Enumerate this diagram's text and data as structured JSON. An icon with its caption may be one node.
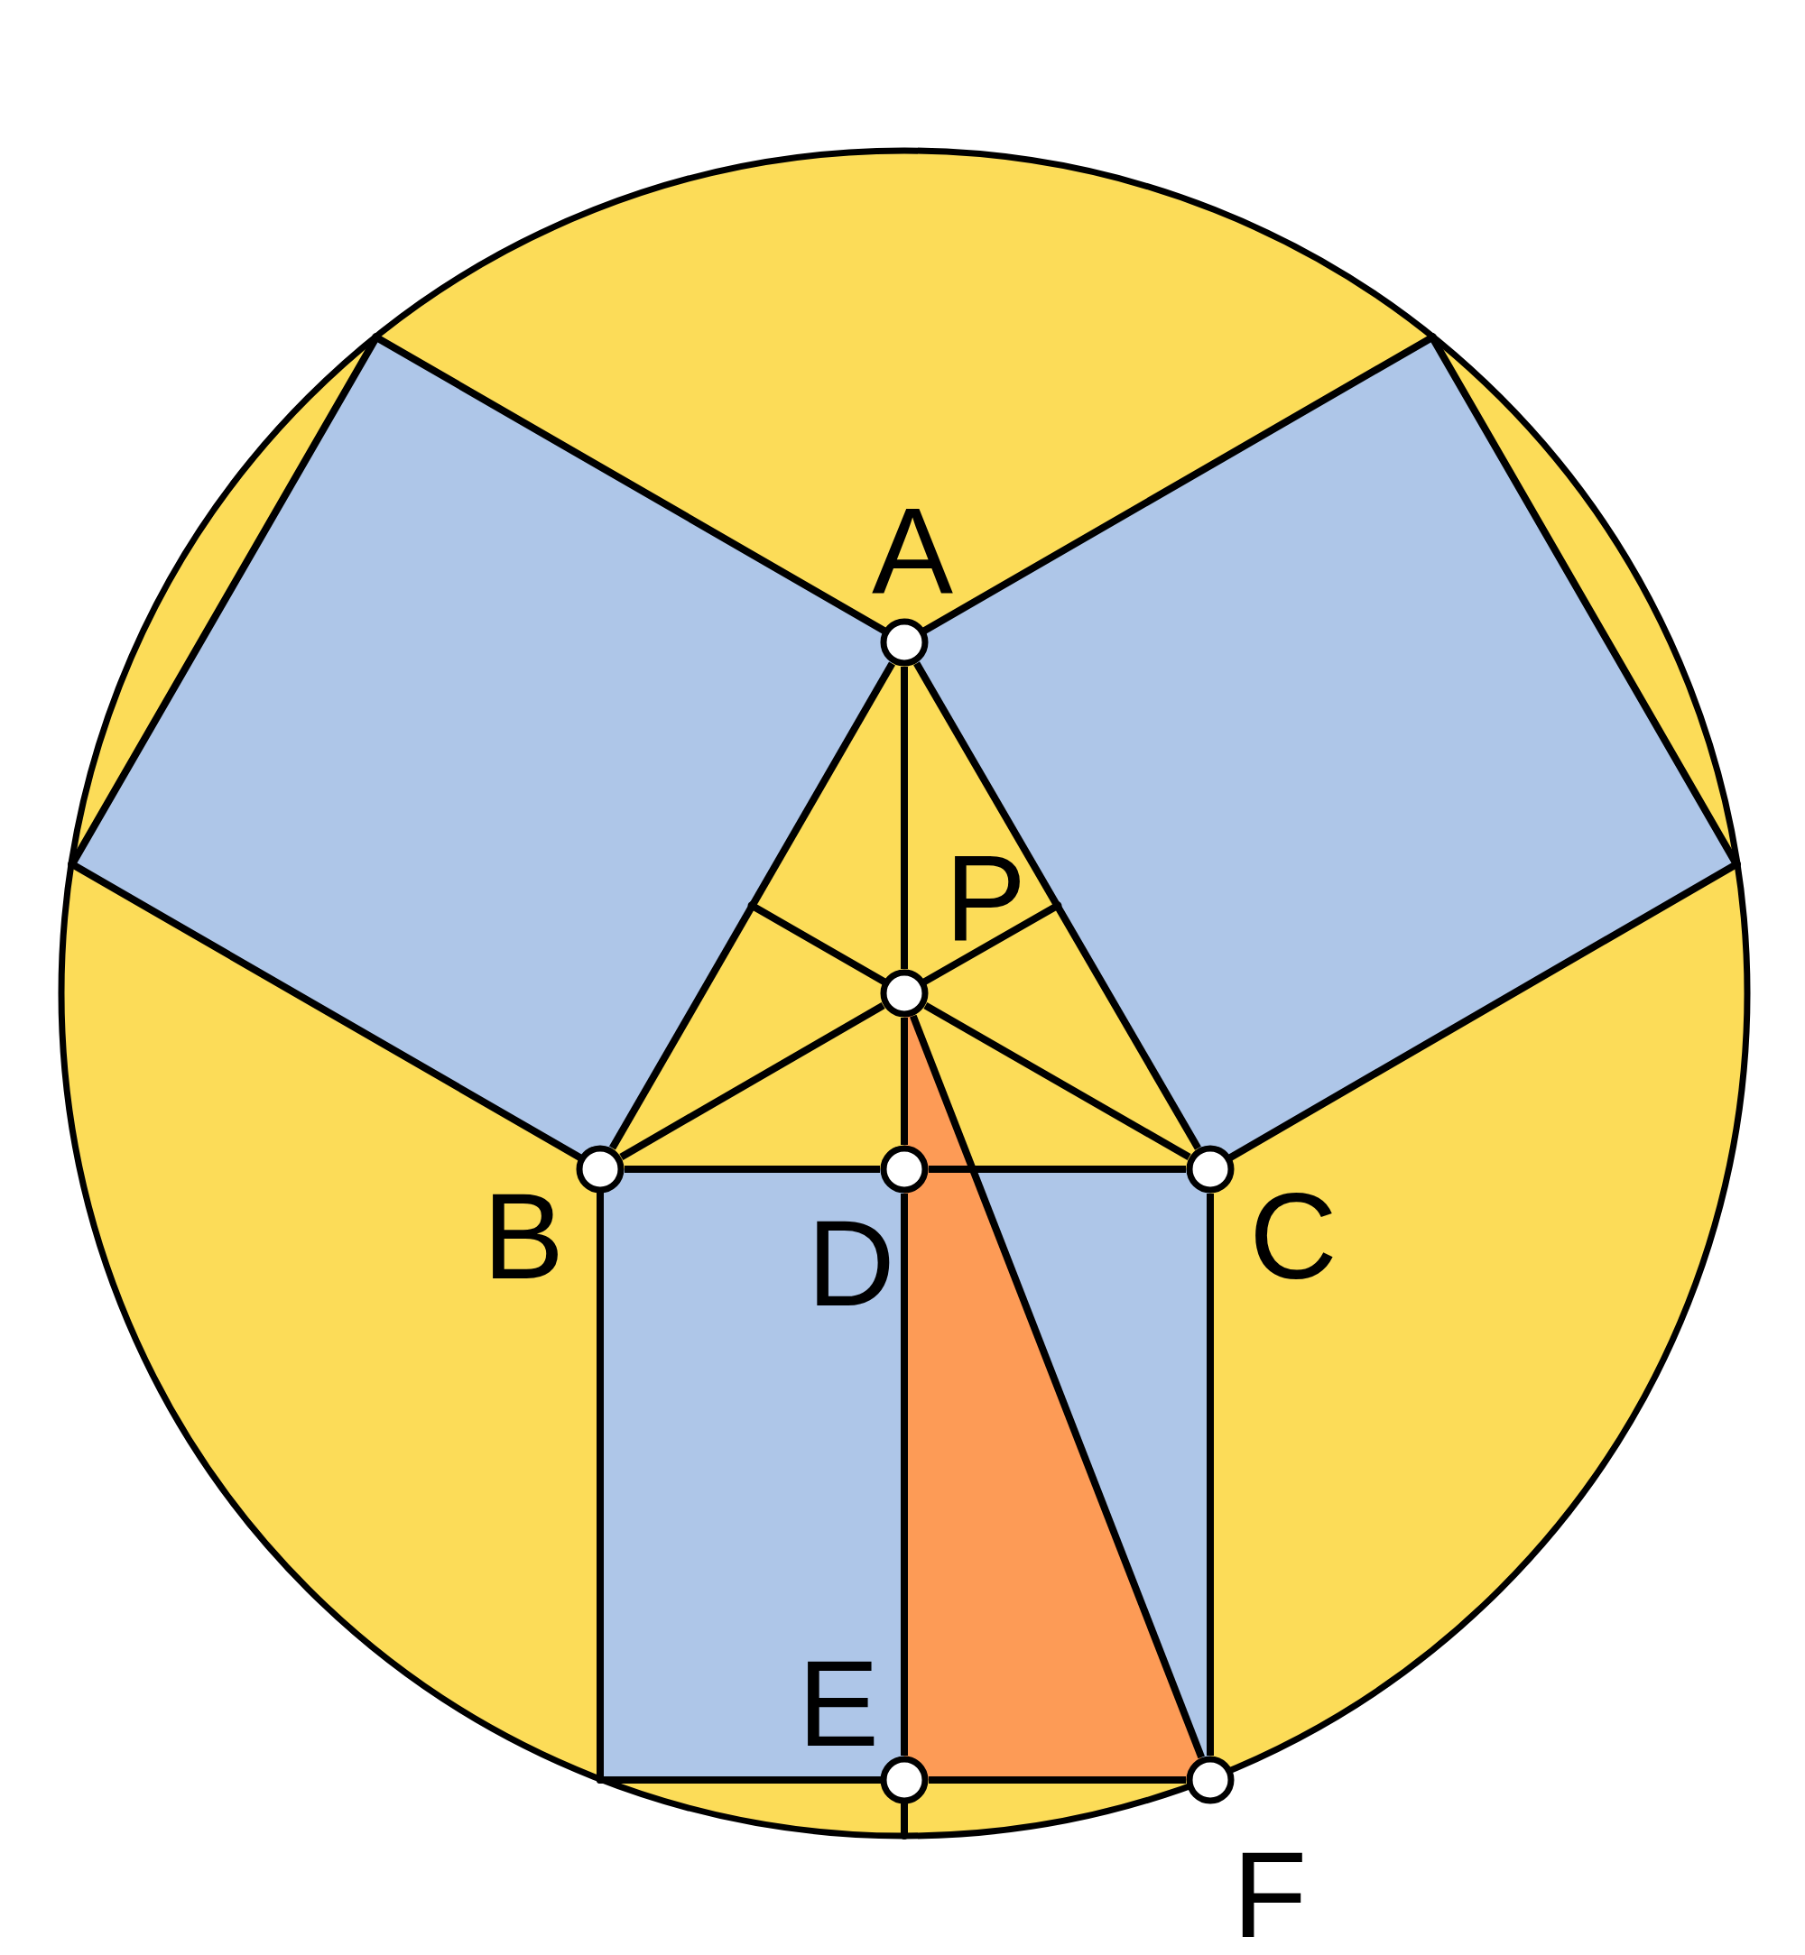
{
  "diagram": {
    "nodes": [
      {
        "text": [
          "A"
        ]
      },
      {
        "text": [
          "P"
        ]
      },
      {
        "text": [
          "B"
        ]
      },
      {
        "text": [
          "D"
        ]
      },
      {
        "text": [
          "C"
        ]
      },
      {
        "text": [
          "E"
        ]
      },
      {
        "text": [
          "F"
        ]
      }
    ],
    "edges": [
      {
        "from": 0,
        "to": 1,
        "arrow": "none"
      },
      {
        "from": 1,
        "to": 3,
        "arrow": "none"
      },
      {
        "from": 3,
        "to": 5,
        "arrow": "none"
      },
      {
        "from": 2,
        "to": 3,
        "arrow": "none"
      },
      {
        "from": 3,
        "to": 4,
        "arrow": "none"
      },
      {
        "from": 0,
        "to": 2,
        "arrow": "none"
      },
      {
        "from": 0,
        "to": 4,
        "arrow": "none"
      },
      {
        "from": 2,
        "to": 1,
        "arrow": "none"
      },
      {
        "from": 1,
        "to": 4,
        "arrow": "none"
      },
      {
        "from": 1,
        "to": 6,
        "arrow": "none"
      },
      {
        "from": 5,
        "to": 6,
        "arrow": "none"
      },
      {
        "from": 4,
        "to": 6,
        "arrow": "none"
      }
    ]
  }
}
